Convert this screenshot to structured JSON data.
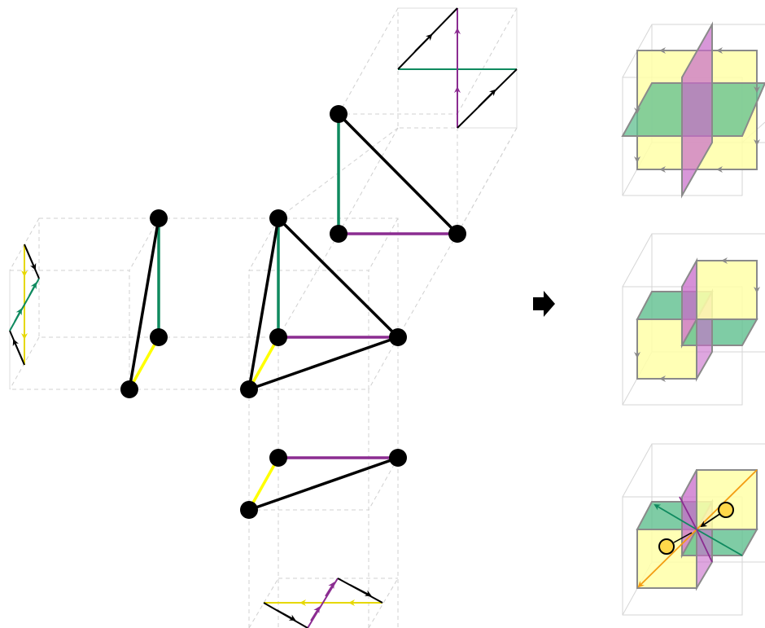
{
  "figure": {
    "colors": {
      "yellow": "#ffff00",
      "green": "#0f8a5f",
      "purple": "#8b2c91",
      "black": "#000000",
      "orange": "#f39c12",
      "gray": "#8a8a8a",
      "dashed": "#cfcfcf",
      "cube_edge": "#d6d6d6",
      "pale_yellow": "#ffffa8",
      "pale_green": "#5fbf8f",
      "pale_purple": "#c86bc9",
      "dot_yellow": "#ffd84a"
    },
    "panels": [
      {
        "name": "left-cube-edges"
      },
      {
        "name": "left-cube-triangle"
      },
      {
        "name": "center-cube-tetrahedron"
      },
      {
        "name": "top-cube-triangle"
      },
      {
        "name": "top-cube-edges"
      },
      {
        "name": "bottom-cube-triangle"
      },
      {
        "name": "bottom-cube-edges"
      },
      {
        "name": "right-cube-planes-1"
      },
      {
        "name": "right-cube-planes-2"
      },
      {
        "name": "right-cube-planes-3"
      }
    ],
    "arrow_icon": "right-arrow-icon"
  }
}
